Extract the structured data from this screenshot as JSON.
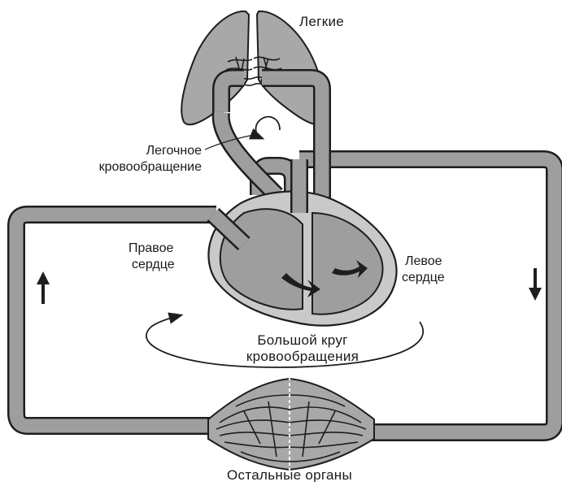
{
  "labels": {
    "lungs": "Легкие",
    "pulmonary_1": "Легочное",
    "pulmonary_2": "кровообращение",
    "right_heart_1": "Правое",
    "right_heart_2": "сердце",
    "left_heart_1": "Левое",
    "left_heart_2": "сердце",
    "systemic_1": "Большой круг",
    "systemic_2": "кровообращения",
    "organs": "Остальные органы"
  },
  "colors": {
    "vessel_fill": "#9e9e9e",
    "organ_fill": "#a8a8a8",
    "heart_light": "#c9c9c9",
    "outline": "#1e1e1e",
    "background": "#ffffff"
  },
  "icons": {
    "flow_up": "arrow-up-icon",
    "flow_down": "arrow-down-icon",
    "pulmonary_cycle": "circular-arrow-icon",
    "systemic_cycle": "elliptical-arrow-icon"
  }
}
